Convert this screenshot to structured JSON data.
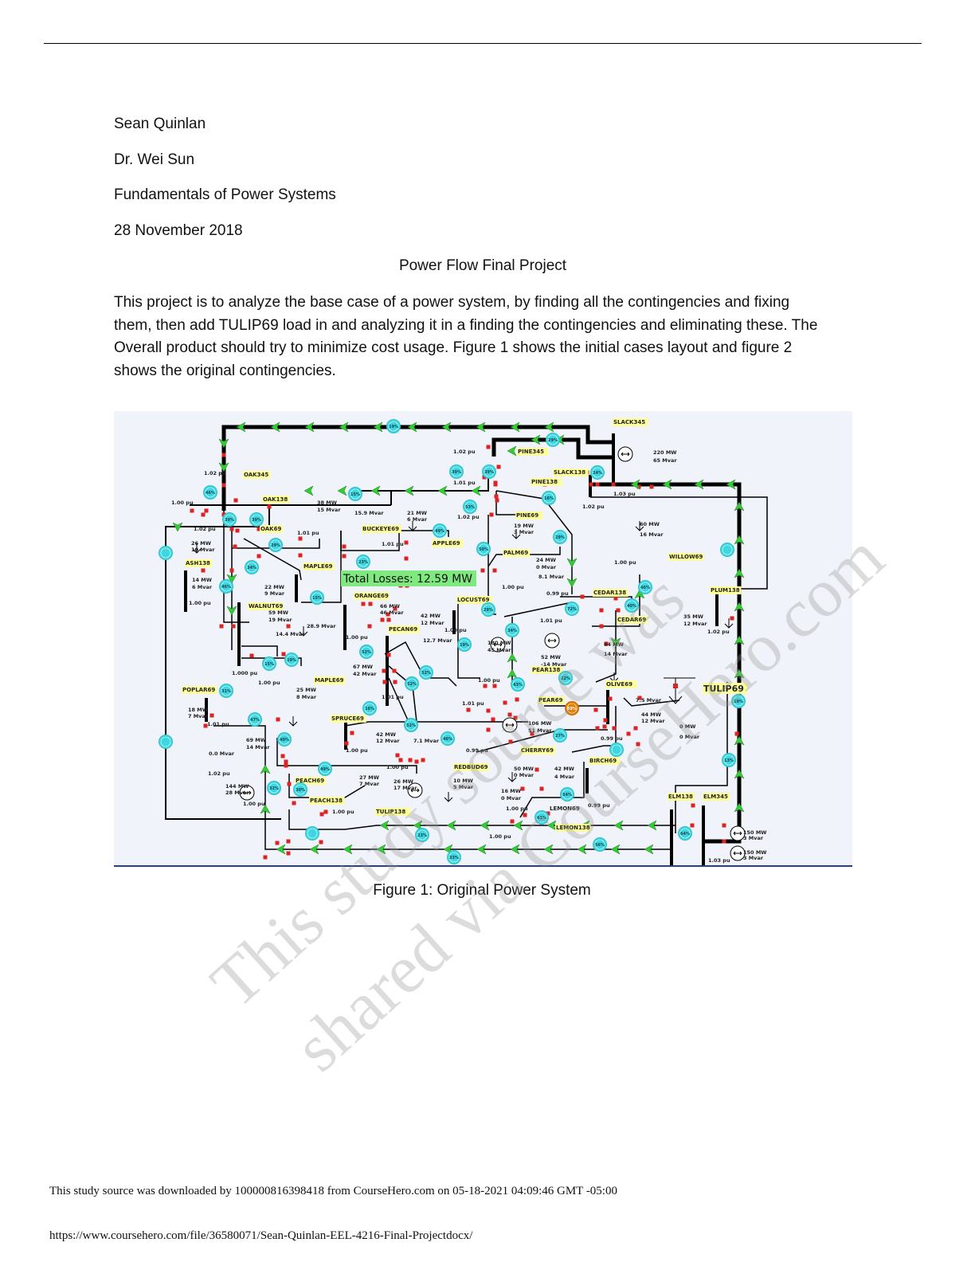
{
  "header": {
    "author": "Sean Quinlan",
    "instructor": "Dr. Wei Sun",
    "course": "Fundamentals of Power Systems",
    "date": "28 November 2018"
  },
  "title": "Power Flow Final Project",
  "paragraph": [
    "This project is to analyze the base case of a power system, by finding all the contingencies and fixing",
    "them, then add TULIP69 load in and analyzing it in a finding the contingencies and eliminating these. The",
    "Overall product should try to minimize cost usage.  Figure 1 shows the initial cases layout and figure 2",
    "shows the original contingencies."
  ],
  "figure": {
    "caption": "Figure 1: Original Power System",
    "total_losses": "Total Losses: 12.59 MW",
    "buses": [
      "SLACK345",
      "PINE345",
      "SLACK138",
      "PINE138",
      "OAK345",
      "OAK138",
      "OAK69",
      "BUCKEYE69",
      "APPLE69",
      "PINE69",
      "PALM69",
      "WILLOW69",
      "ASH138",
      "MAPLE69",
      "CEDAR138",
      "PLUM138",
      "ORANGE69",
      "LOCUST69",
      "WALNUT69",
      "CEDAR69",
      "PECAN69",
      "PEAR138",
      "MAPLE69",
      "OLIVE69",
      "TULIP69",
      "POPLAR69",
      "PEAR69",
      "SPRUCE69",
      "CHERRY69",
      "BIRCH69",
      "REDBUD69",
      "PEACH69",
      "LEMON69",
      "ELM138",
      "ELM345",
      "PEACH138",
      "TULIP138",
      "LEMON138"
    ],
    "labels": [
      "1.02 pu",
      "1.00 pu",
      "1.02 pu",
      "26 MW",
      "10 Mvar",
      "14 MW",
      "6 Mvar",
      "1.00 pu",
      "38 MW",
      "15 Mvar",
      "15.9 Mvar",
      "1.01 pu",
      "21 MW",
      "6 Mvar",
      "1.01 pu",
      "1.02 pu",
      "1.02 pu",
      "1.01 pu",
      "22 MW",
      "9 Mvar",
      "59 MW",
      "19 Mvar",
      "66 MW",
      "46 Mvar",
      "28.9 Mvar",
      "1.00 pu",
      "42 MW",
      "12 Mvar",
      "1.00 pu",
      "12.7 Mvar",
      "14.4 Mvar",
      "1.000 pu",
      "1.00 pu",
      "67 MW",
      "42 Mvar",
      "25 MW",
      "8 Mvar",
      "1.01 pu",
      "18 MW",
      "7 Mvar",
      "1.01 pu",
      "69 MW",
      "14 Mvar",
      "0.0 Mvar",
      "1.02 pu",
      "144 MW",
      "28 Mvar",
      "1.00 pu",
      "42 MW",
      "12 Mvar",
      "1.00 pu",
      "7.1 Mvar",
      "1.00 pu",
      "27 MW",
      "7 Mvar",
      "26 MW",
      "17 Mvar",
      "10 MW",
      "5 Mvar",
      "0.99 pu",
      "1.00 pu",
      "24 MW",
      "0 Mvar",
      "8.1 Mvar",
      "1.00 pu",
      "19 MW",
      "3 Mvar",
      "220 MW",
      "65 Mvar",
      "1.03 pu",
      "1.02 pu",
      "60 MW",
      "16 Mvar",
      "1.00 pu",
      "0.99 pu",
      "1.01 pu",
      "35 MW",
      "12 Mvar",
      "1.02 pu",
      "64 MW",
      "14 Mvar",
      "180 MW",
      "45 Mvar",
      "52 MW",
      "-14 Mvar",
      "1.00 pu",
      "1.01 pu",
      "106 MW",
      "51 Mvar",
      "7.5 Mvar",
      "44 MW",
      "12 Mvar",
      "0.99 pu",
      "0 MW",
      "0 Mvar",
      "50 MW",
      "0 Mvar",
      "42 MW",
      "4 Mvar",
      "16 MW",
      "0 Mvar",
      "1.00 pu",
      "0.99 pu",
      "1.00 pu",
      "150 MW",
      "3 Mvar",
      "150 MW",
      "3 Mvar",
      "1.03 pu"
    ],
    "line_loadings": [
      "19%",
      "29%",
      "39%",
      "39%",
      "24%",
      "46%",
      "15%",
      "53%",
      "16%",
      "39%",
      "39%",
      "49%",
      "29%",
      "",
      "50%",
      "29%",
      "",
      "34%",
      "23%",
      "46%",
      "15%",
      "46%",
      "40%",
      "72%",
      "29%",
      "34%",
      "52%",
      "19%",
      "52%",
      "15%",
      "19%",
      "43%",
      "22%",
      "52%",
      "31%",
      "88%",
      "16%",
      "52%",
      "27%",
      "47%",
      "",
      "40%",
      "46%",
      "49%",
      "",
      "19%",
      "13%",
      "32%",
      "30%",
      "54%",
      "61%",
      "64%",
      "",
      "23%",
      "56%",
      "33%"
    ],
    "colors": {
      "flow_arrow": "#33cc33",
      "breaker": "#dd2222",
      "gauge": "#3fd6e0",
      "overload": "#e67e00",
      "bus_label_bg": "#ffff99",
      "losses_bg": "#7fe87f"
    }
  },
  "watermark": [
    "This study source was",
    "shared via CourseHero.com"
  ],
  "footer": {
    "download_note": "This study source was downloaded by 100000816398418 from CourseHero.com on 05-18-2021 04:09:46 GMT -05:00",
    "url": "https://www.coursehero.com/file/36580071/Sean-Quinlan-EEL-4216-Final-Projectdocx/"
  }
}
